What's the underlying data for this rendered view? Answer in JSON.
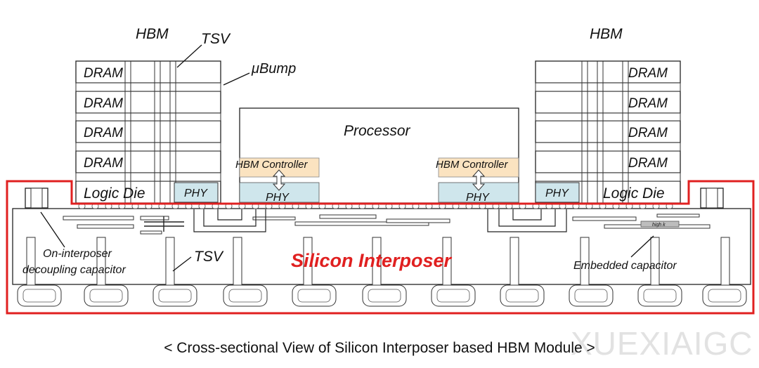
{
  "labels": {
    "hbm_left": "HBM",
    "hbm_right": "HBM",
    "tsv_top": "TSV",
    "ubump": "μBump",
    "dram": "DRAM",
    "logic_die": "Logic Die",
    "phy": "PHY",
    "processor": "Processor",
    "hbm_controller": "HBM Controller",
    "silicon_interposer": "Silicon Interposer",
    "on_interposer_cap_line1": "On-interposer",
    "on_interposer_cap_line2": "decoupling capacitor",
    "tsv_bottom": "TSV",
    "embedded_capacitor": "Embedded capacitor",
    "high_k": "high k"
  },
  "caption": "< Cross-sectional View of Silicon Interposer based HBM Module >",
  "watermark": "XUEXIAIGC",
  "colors": {
    "interposer_highlight": "#e02020",
    "phy_fill": "#cfe6ec",
    "controller_fill": "#fbe3c0",
    "high_k_fill": "#bdbdbd"
  }
}
